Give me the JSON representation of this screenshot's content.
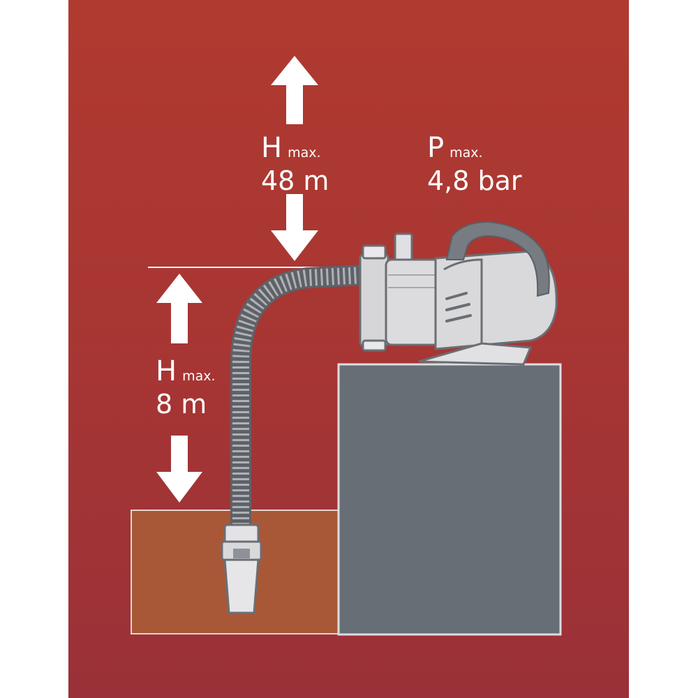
{
  "labels": {
    "head": {
      "symbol": "H",
      "sub": "max.",
      "value": "48 m"
    },
    "suction": {
      "symbol": "H",
      "sub": "max.",
      "value": "8 m"
    },
    "pressure": {
      "symbol": "P",
      "sub": "max.",
      "value": "4,8 bar"
    }
  },
  "colors": {
    "background": "#a83633",
    "arrow": "#ffffff",
    "pump_body": "#d9d9db",
    "pump_outline": "#6b6e74",
    "stand": "#686e76",
    "water_tank": "#a85837",
    "hose": "#6e737a"
  }
}
